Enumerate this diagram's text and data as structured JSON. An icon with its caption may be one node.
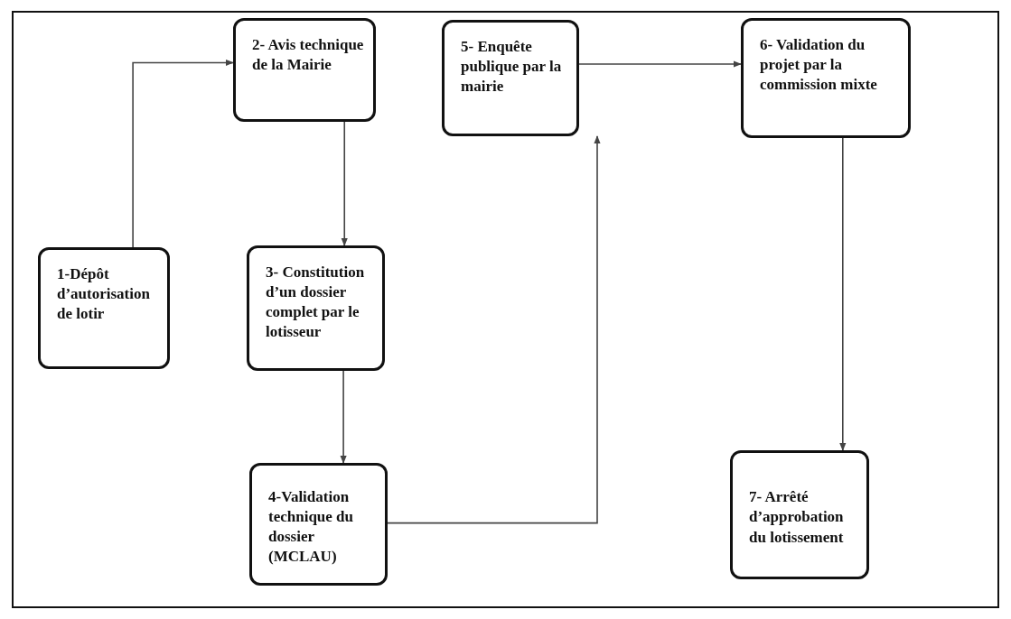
{
  "diagram": {
    "nodes": [
      {
        "text": [
          "1-Dépôt d’autorisation de lotir"
        ]
      },
      {
        "text": [
          "2- Avis technique de la Mairie"
        ]
      },
      {
        "text": [
          "3- Constitution d’un dossier complet par le lotisseur"
        ]
      },
      {
        "text": [
          "4-Validation technique du dossier (MCLAU)"
        ]
      },
      {
        "text": [
          "5- Enquête publique par  la mairie"
        ]
      },
      {
        "text": [
          "6- Validation du projet par la commission mixte"
        ]
      },
      {
        "text": [
          "7- Arrêté d’approbation du lotissement"
        ]
      }
    ],
    "edges": [
      {
        "from": 0,
        "to": 1,
        "arrow": "to"
      },
      {
        "from": 1,
        "to": 2,
        "arrow": "to"
      },
      {
        "from": 2,
        "to": 3,
        "arrow": "to"
      },
      {
        "from": 3,
        "to": 4,
        "arrow": "to"
      },
      {
        "from": 4,
        "to": 5,
        "arrow": "to"
      },
      {
        "from": 5,
        "to": 6,
        "arrow": "to"
      }
    ]
  }
}
